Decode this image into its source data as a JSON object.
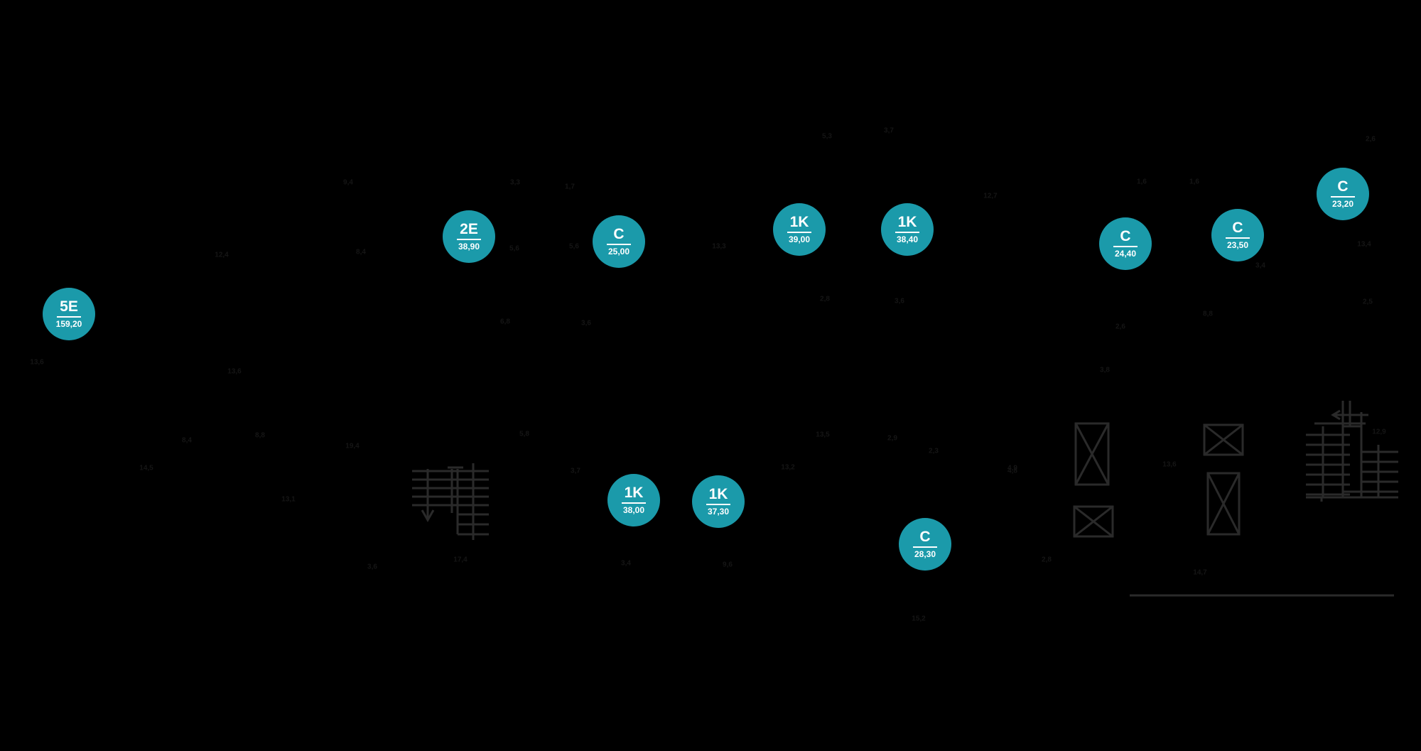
{
  "colors": {
    "background": "#000000",
    "marker": "#1b9aaa",
    "marker_text": "#ffffff",
    "linework": "#2a2a2a",
    "dimension_text": "#151515"
  },
  "units": [
    {
      "code": "5E",
      "area": "159,20"
    },
    {
      "code": "2E",
      "area": "38,90"
    },
    {
      "code": "C",
      "area": "25,00"
    },
    {
      "code": "1K",
      "area": "39,00"
    },
    {
      "code": "1K",
      "area": "38,40"
    },
    {
      "code": "C",
      "area": "24,40"
    },
    {
      "code": "C",
      "area": "23,50"
    },
    {
      "code": "C",
      "area": "23,20"
    },
    {
      "code": "1K",
      "area": "38,00"
    },
    {
      "code": "1K",
      "area": "37,30"
    },
    {
      "code": "C",
      "area": "28,30"
    }
  ],
  "room_labels": [
    "9,4",
    "3,3",
    "1,7",
    "5,3",
    "3,7",
    "2,6",
    "1,6",
    "1,6",
    "5,6",
    "12,4",
    "8,4",
    "12,7",
    "5,6",
    "13,3",
    "13,4",
    "3,4",
    "6,8",
    "3,6",
    "2,8",
    "3,6",
    "2,5",
    "13,6",
    "2,6",
    "8,8",
    "13,6",
    "3,8",
    "8,4",
    "8,8",
    "19,4",
    "5,8",
    "14,5",
    "3,7",
    "13,2",
    "13,5",
    "2,9",
    "2,3",
    "4,8",
    "13,6",
    "13,1",
    "12,9",
    "3,6",
    "3,4",
    "9,6",
    "2,8",
    "17,4",
    "14,7",
    "15,2",
    "4,9"
  ]
}
